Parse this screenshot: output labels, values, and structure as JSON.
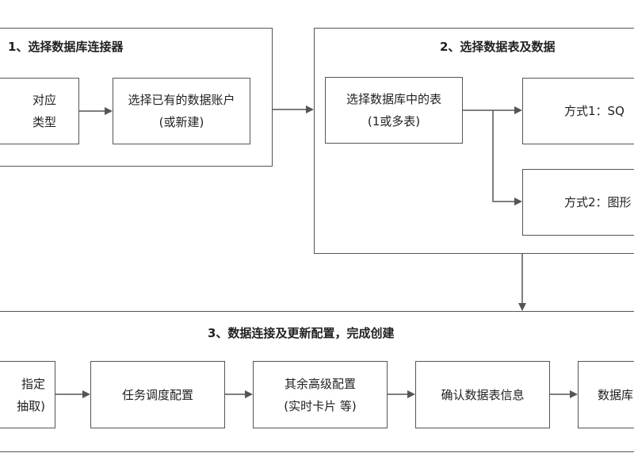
{
  "section1": {
    "title": "1、选择数据库连接器",
    "box_type": {
      "line1": "对应",
      "line2": "类型"
    },
    "box_account": {
      "line1": "选择已有的数据账户",
      "line2": "(或新建)"
    }
  },
  "section2": {
    "title": "2、选择数据表及数据",
    "box_table": {
      "line1": "选择数据库中的表",
      "line2": "(1或多表)"
    },
    "box_method1": {
      "line1": "方式1：SQ"
    },
    "box_method2": {
      "line1": "方式2：图形"
    }
  },
  "section3": {
    "title": "3、数据连接及更新配置，完成创建",
    "box_specify": {
      "line1": "指定",
      "line2": "抽取)"
    },
    "box_schedule": {
      "line1": "任务调度配置"
    },
    "box_advanced": {
      "line1": "其余高级配置",
      "line2": "(实时卡片 等)"
    },
    "box_confirm": {
      "line1": "确认数据表信息"
    },
    "box_db": {
      "line1": "数据库"
    }
  }
}
